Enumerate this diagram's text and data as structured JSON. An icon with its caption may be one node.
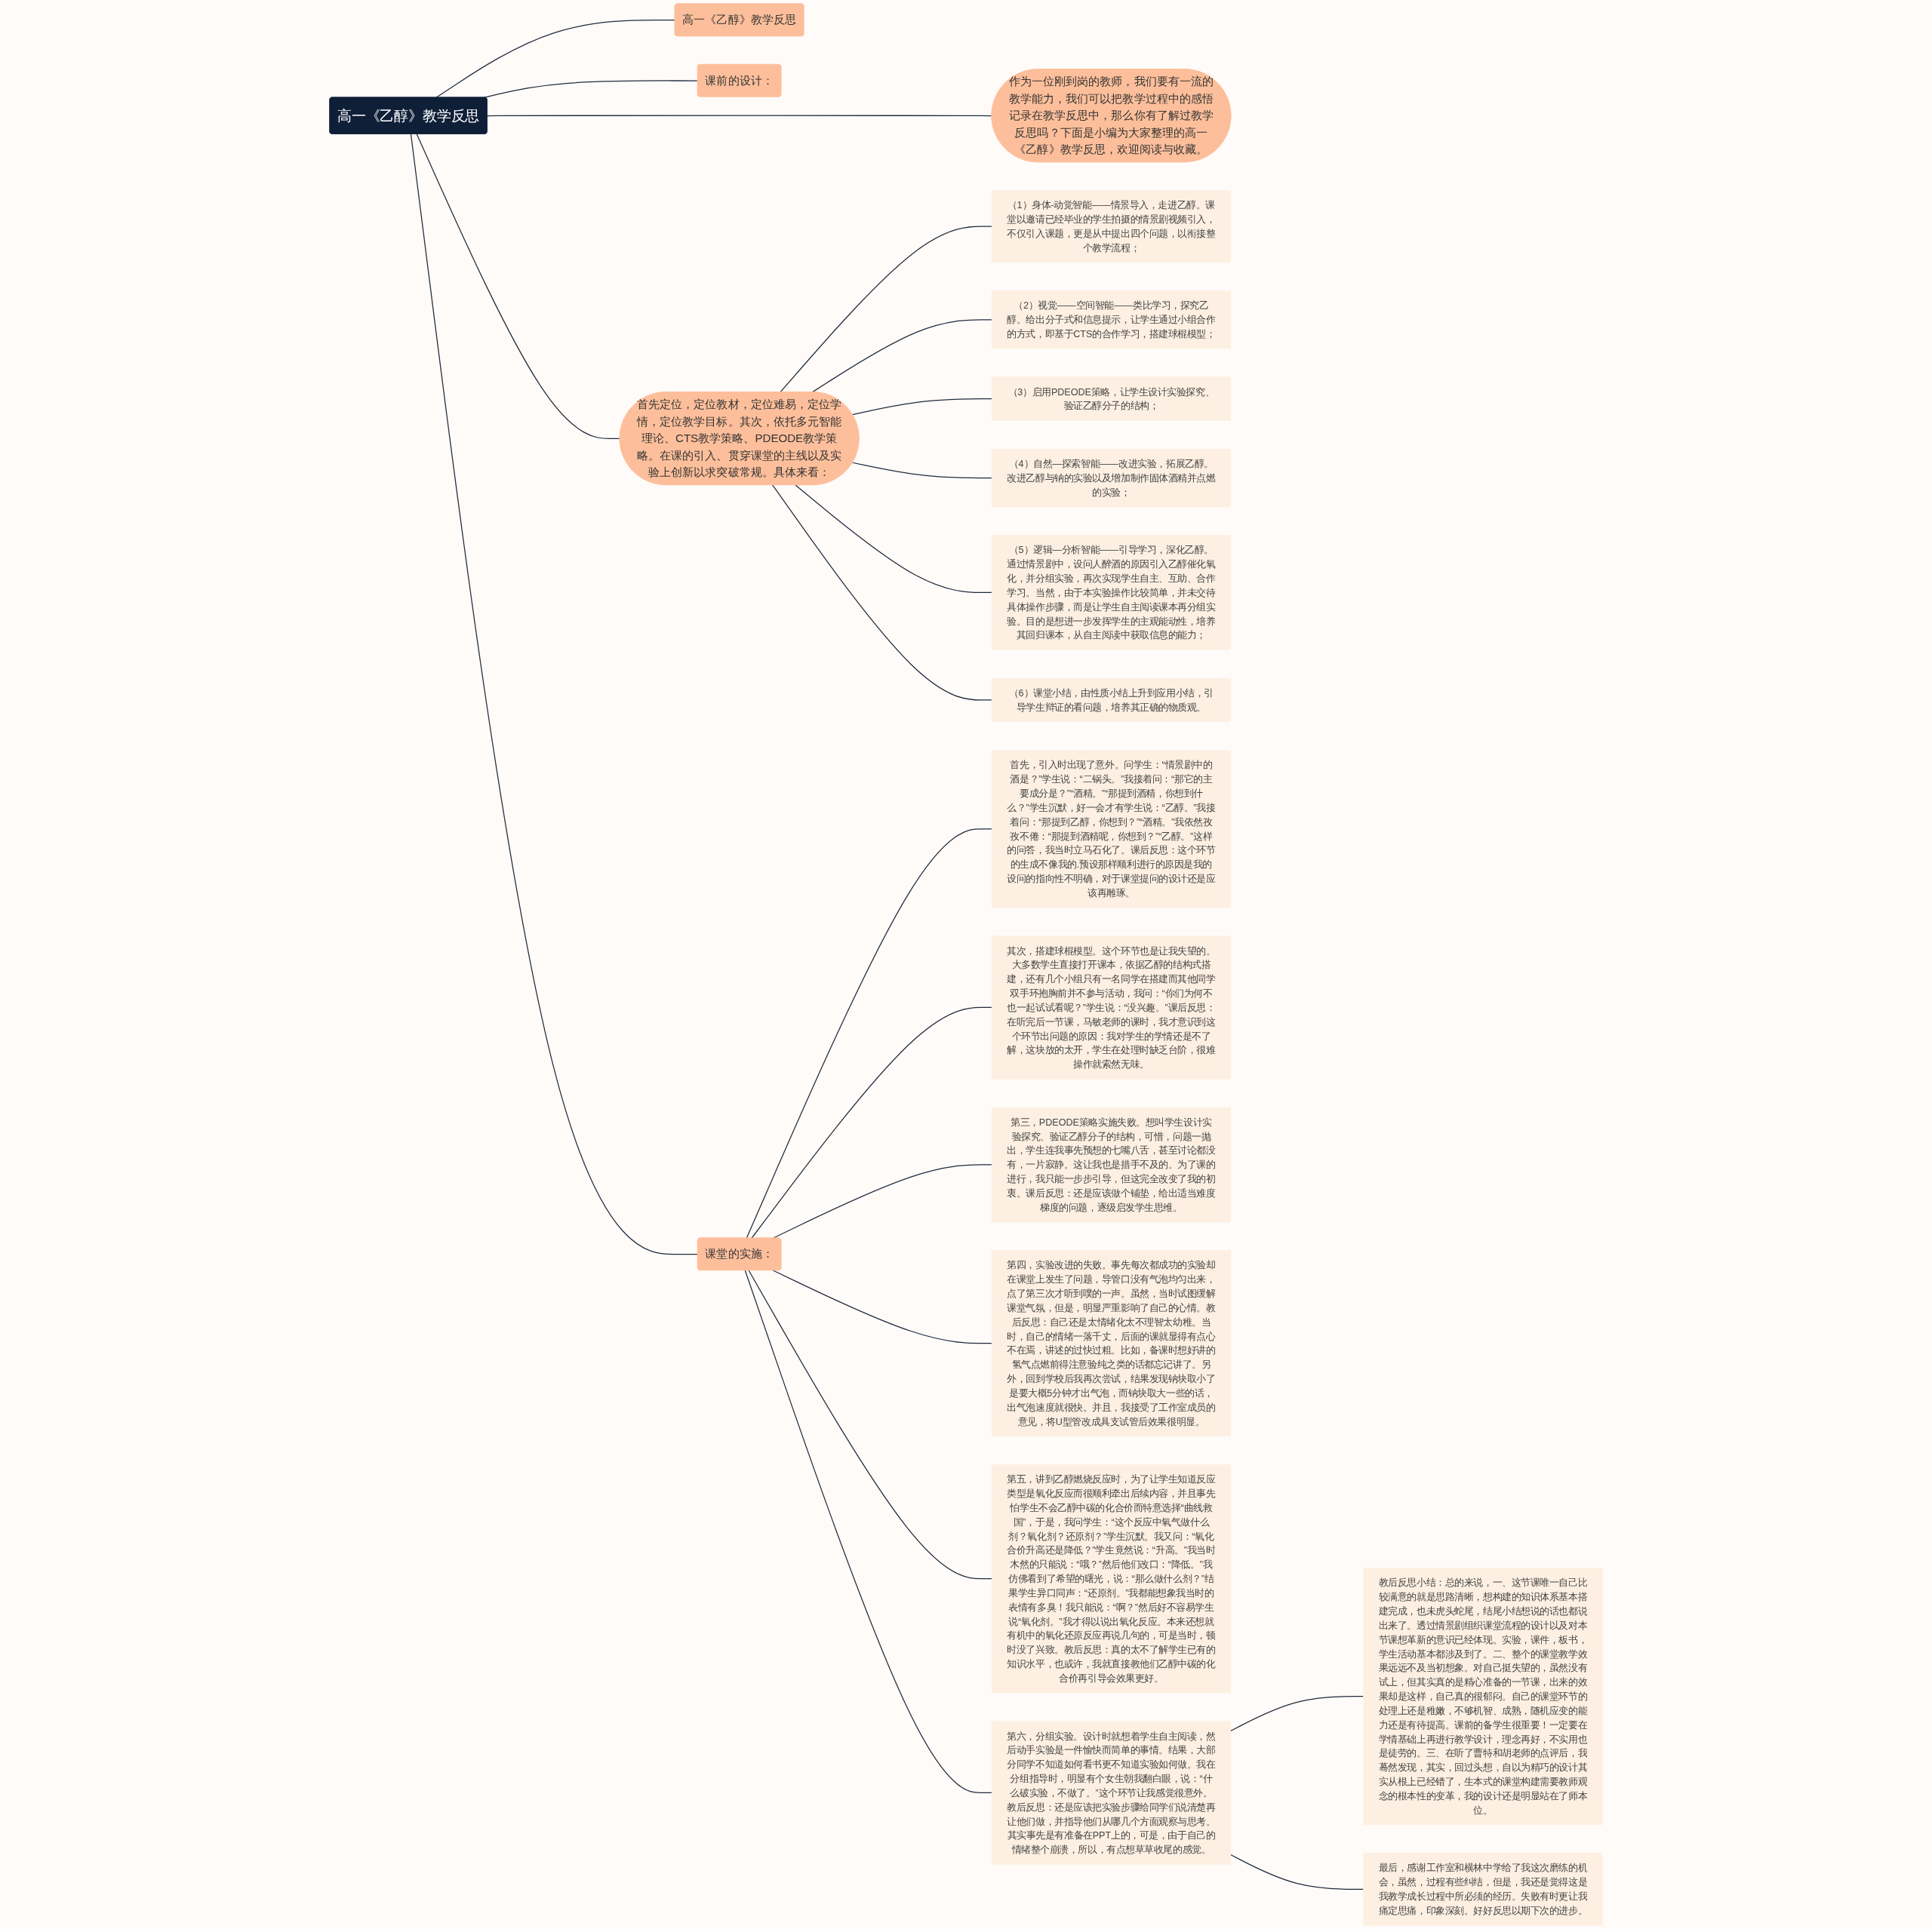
{
  "diagram": {
    "nodes": [
      {
        "text": [
          "高一《乙醇》教学反思"
        ]
      },
      {
        "text": [
          "高一《乙醇》教学反思"
        ]
      },
      {
        "text": [
          "课前的设计："
        ]
      },
      {
        "text": [
          "作为一位刚到岗的教师，我们要有一流的教学能力，我们可以把教学过程中的感悟记录在教学反思中，那么你有了解过教学反思吗？下面是小编为大家整理的高一《乙醇》教学反思，欢迎阅读与收藏。"
        ]
      },
      {
        "text": [
          "首先定位，定位教材，定位难易，定位学情，定位教学目标。其次，依托多元智能理论、CTS教学策略、PDEODE教学策略。在课的引入、贯穿课堂的主线以及实验上创新以求突破常规。具体来看："
        ]
      },
      {
        "text": [
          "（1）身体-动觉智能——情景导入，走进乙醇。课堂以邀请已经毕业的学生拍摄的情景剧视频引入，不仅引入课题，更是从中提出四个问题，以衔接整个教学流程；"
        ]
      },
      {
        "text": [
          "（2）视觉——空间智能——类比学习，探究乙醇。给出分子式和信息提示，让学生通过小组合作的方式，即基于CTS的合作学习，搭建球棍模型；"
        ]
      },
      {
        "text": [
          "（3）启用PDEODE策略，让学生设计实验探究、验证乙醇分子的结构；"
        ]
      },
      {
        "text": [
          "（4）自然—探索智能——改进实验，拓展乙醇。改进乙醇与钠的实验以及增加制作固体酒精并点燃的实验；"
        ]
      },
      {
        "text": [
          "（5）逻辑—分析智能——引导学习，深化乙醇。通过情景剧中，设问人醉酒的原因引入乙醇催化氧化，并分组实验，再次实现学生自主、互助、合作学习。当然，由于本实验操作比较简单，并未交待具体操作步骤，而是让学生自主阅读课本再分组实验。目的是想进一步发挥学生的主观能动性，培养其回归课本，从自主阅读中获取信息的能力；"
        ]
      },
      {
        "text": [
          "（6）课堂小结，由性质小结上升到应用小结，引导学生辩证的看问题，培养其正确的物质观。"
        ]
      },
      {
        "text": [
          "课堂的实施："
        ]
      },
      {
        "text": [
          "首先，引入时出现了意外。问学生：“情景剧中的酒是？”学生说：“二锅头。”我接着问：“那它的主要成分是？”“酒精。”“那提到酒精，你想到什么？”学生沉默，好一会才有学生说：“乙醇。”我接着问：“那提到乙醇，你想到？”“酒精。”我依然孜孜不倦：“那提到酒精呢，你想到？”“乙醇。”这样的问答，我当时立马石化了。课后反思：这个环节的生成不像我的.预设那样顺利进行的原因是我的设问的指向性不明确，对于课堂提问的设计还是应该再雕琢。"
        ]
      },
      {
        "text": [
          "其次，搭建球棍模型。这个环节也是让我失望的。大多数学生直接打开课本，依据乙醇的结构式搭建，还有几个小组只有一名同学在搭建而其他同学双手环抱胸前并不参与活动，我问：“你们为何不也一起试试看呢？”学生说：“没兴趣。”课后反思：在听完后一节课，马敏老师的课时，我才意识到这个环节出问题的原因：我对学生的学情还是不了解，这块放的太开，学生在处理时缺乏台阶，很难操作就索然无味。"
        ]
      },
      {
        "text": [
          "第三，PDEODE策略实施失败。想叫学生设计实验探究、验证乙醇分子的结构，可惜，问题一抛出，学生连我事先预想的七嘴八舌，甚至讨论都没有，一片寂静。这让我也是措手不及的。为了课的进行，我只能一步步引导，但这完全改变了我的初衷。课后反思：还是应该做个铺垫，给出适当难度梯度的问题，逐级启发学生思维。"
        ]
      },
      {
        "text": [
          "第四，实验改进的失败。事先每次都成功的实验却在课堂上发生了问题，导管口没有气泡均匀出来，点了第三次才听到噗的一声。虽然，当时试图缓解课堂气氛，但是，明显严重影响了自己的心情。教后反思：自己还是太情绪化太不理智太幼稚。当时，自己的情绪一落千丈，后面的课就显得有点心不在焉，讲述的过快过粗。比如，备课时想好讲的氢气点燃前得注意验纯之类的话都忘记讲了。另外，回到学校后我再次尝试，结果发现钠块取小了是要大概5分钟才出气泡，而钠块取大一些的话，出气泡速度就很快。并且，我接受了工作室成员的意见，将U型管改成具支试管后效果很明显。"
        ]
      },
      {
        "text": [
          "第五，讲到乙醇燃烧反应时，为了让学生知道反应类型是氧化反应而很顺利牵出后续内容，并且事先怕学生不会乙醇中碳的化合价而特意选择“曲线救国”，于是，我问学生：“这个反应中氧气做什么剂？氧化剂？还原剂？”学生沉默。我又问：“氧化合价升高还是降低？”学生竟然说：“升高。”我当时木然的只能说：“哦？”然后他们改口：“降低。”我仿佛看到了希望的曙光，说：“那么做什么剂？”结果学生异口同声：“还原剂。”我都能想象我当时的表情有多臭！我只能说：“啊？”然后好不容易学生说“氧化剂。”我才得以说出氧化反应。本来还想就有机中的氧化还原反应再说几句的，可是当时，顿时没了兴致。教后反思：真的太不了解学生已有的知识水平，也或许，我就直接教他们乙醇中碳的化合价再引导会效果更好。"
        ]
      },
      {
        "text": [
          "第六，分组实验。设计时就想着学生自主阅读，然后动手实验是一件愉快而简单的事情。结果，大部分同学不知道如何看书更不知道实验如何做。我在分组指导时，明显有个女生朝我翻白眼，说：“什么破实验，不做了。”这个环节让我感觉很意外。教后反思：还是应该把实验步骤给同学们说清楚再让他们做，并指导他们从哪几个方面观察与思考。其实事先是有准备在PPT上的，可是，由于自己的情绪整个崩溃，所以，有点想草草收尾的感觉。"
        ]
      },
      {
        "text": [
          "教后反思小结：总的来说，一、这节课唯一自己比较满意的就是思路清晰，想构建的知识体系基本搭建完成，也未虎头蛇尾，结尾小结想说的话也都说出来了。透过情景剧组织课堂流程的设计以及对本节课想革新的意识已经体现。实验，课件，板书，学生活动基本都涉及到了。二、整个的课堂教学效果远远不及当初想象。对自己挺失望的，虽然没有试上，但其实真的是精心准备的一节课，出来的效果却是这样，自己真的很郁闷。自己的课堂环节的处理上还是稚嫩，不够机智、成熟，随机应变的能力还是有待提高。课前的备学生很重要！一定要在学情基础上再进行教学设计，理念再好，不实用也是徒劳的。三、在听了曹特和胡老师的点评后，我蓦然发现，其实，回过头想，自以为精巧的设计其实从根上已经错了，生本式的课堂构建需要教师观念的根本性的变革，我的设计还是明显站在了师本位。"
        ]
      },
      {
        "text": [
          "最后，感谢工作室和横林中学给了我这次磨练的机会，虽然，过程有些纠结，但是，我还是觉得这是我教学成长过程中所必须的经历。失败有时更让我痛定思痛，印象深刻。好好反思以期下次的进步。"
        ]
      }
    ],
    "edges": [
      {
        "from": 0,
        "to": 1,
        "arrow": "none"
      },
      {
        "from": 0,
        "to": 2,
        "arrow": "none"
      },
      {
        "from": 0,
        "to": 3,
        "arrow": "none"
      },
      {
        "from": 0,
        "to": 4,
        "arrow": "none"
      },
      {
        "from": 4,
        "to": 5,
        "arrow": "none"
      },
      {
        "from": 4,
        "to": 6,
        "arrow": "none"
      },
      {
        "from": 4,
        "to": 7,
        "arrow": "none"
      },
      {
        "from": 4,
        "to": 8,
        "arrow": "none"
      },
      {
        "from": 4,
        "to": 9,
        "arrow": "none"
      },
      {
        "from": 4,
        "to": 10,
        "arrow": "none"
      },
      {
        "from": 0,
        "to": 11,
        "arrow": "none"
      },
      {
        "from": 11,
        "to": 12,
        "arrow": "none"
      },
      {
        "from": 11,
        "to": 13,
        "arrow": "none"
      },
      {
        "from": 11,
        "to": 14,
        "arrow": "none"
      },
      {
        "from": 11,
        "to": 15,
        "arrow": "none"
      },
      {
        "from": 11,
        "to": 16,
        "arrow": "none"
      },
      {
        "from": 11,
        "to": 17,
        "arrow": "none"
      },
      {
        "from": 17,
        "to": 18,
        "arrow": "none"
      },
      {
        "from": 17,
        "to": 19,
        "arrow": "none"
      }
    ]
  }
}
